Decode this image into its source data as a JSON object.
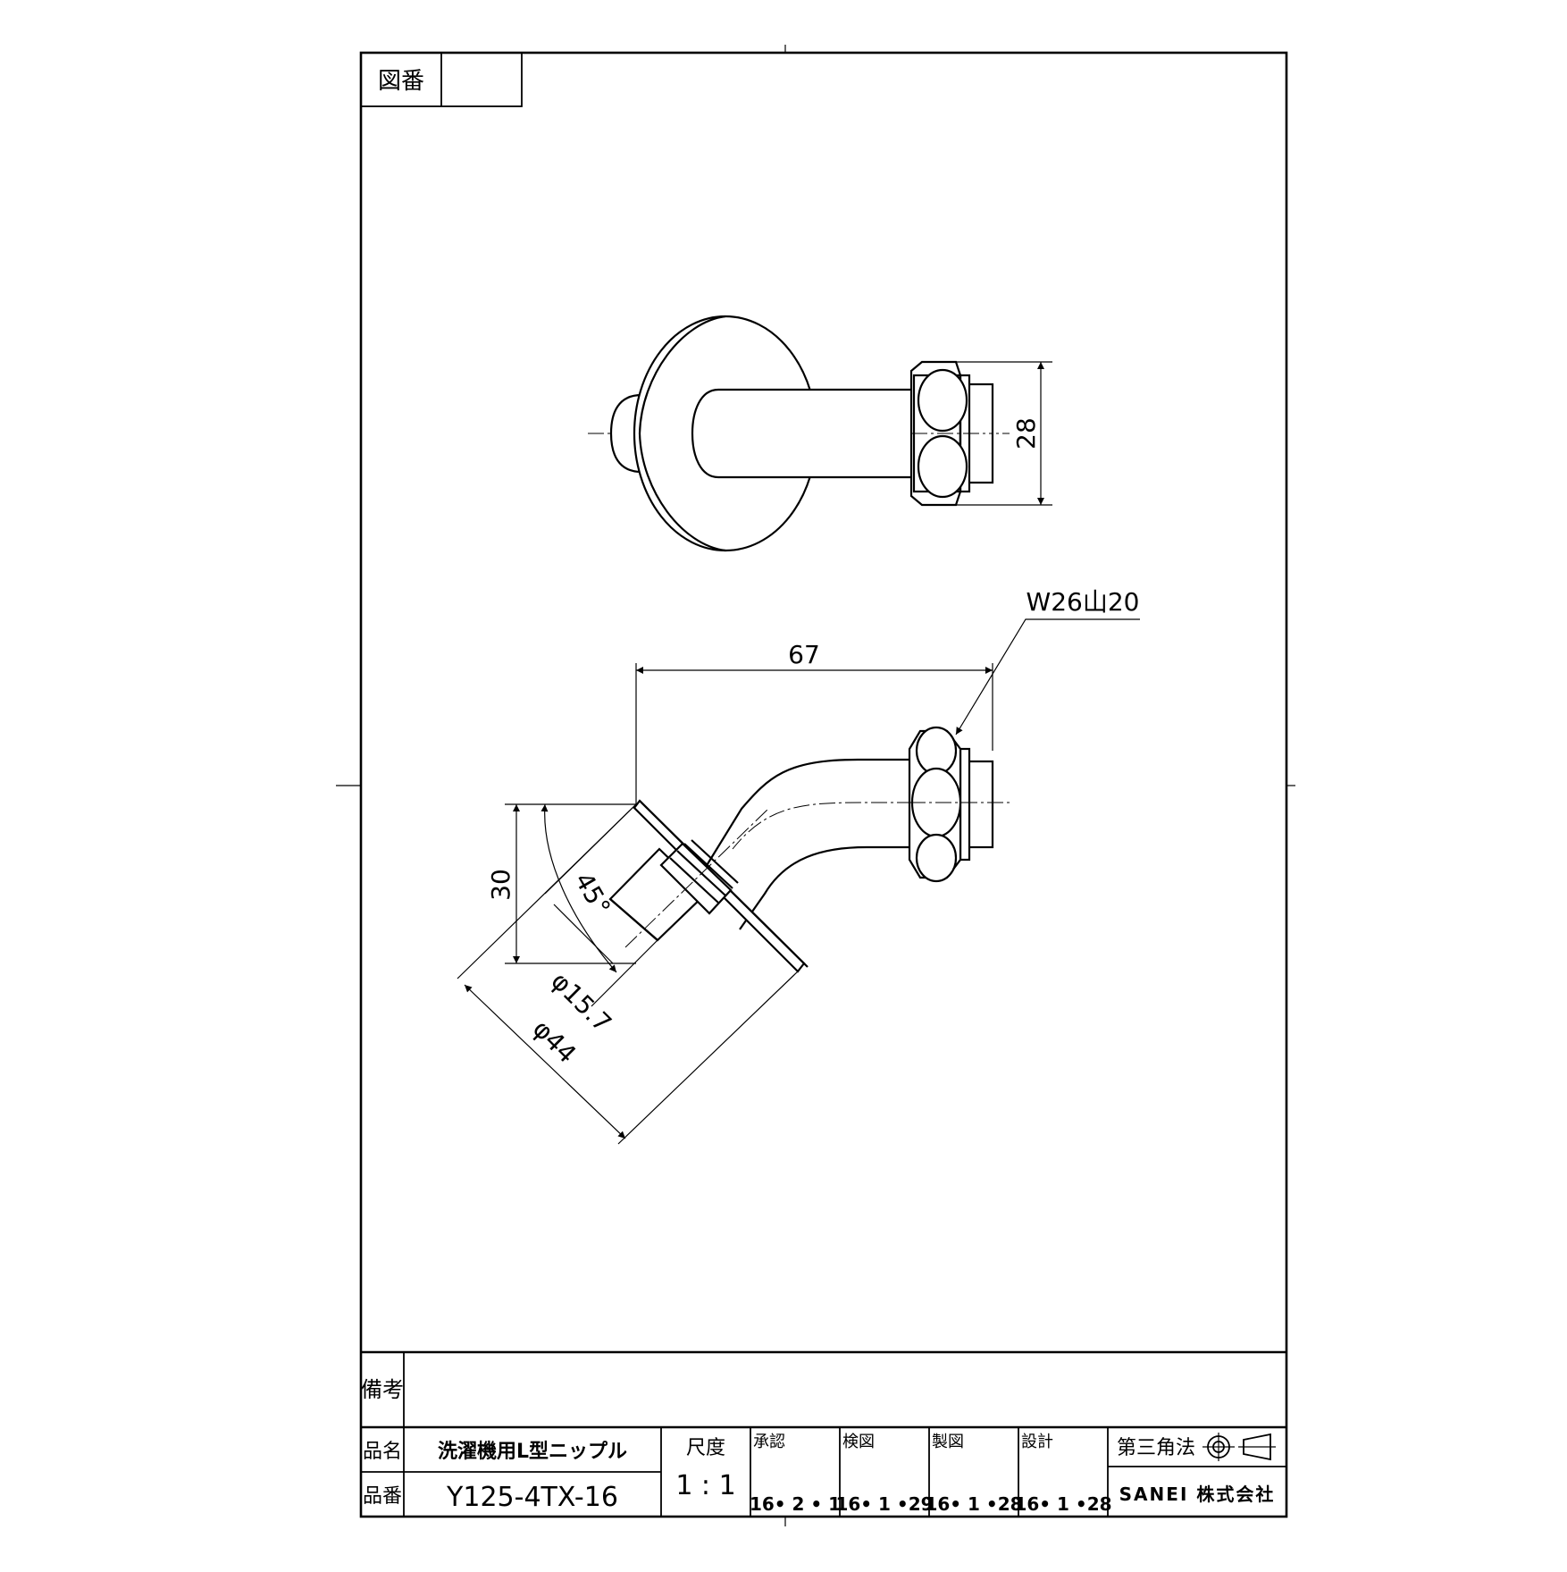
{
  "drawing_number_label": "図番",
  "drawing_number_value": "",
  "remarks_label": "備考",
  "remarks_value": "",
  "product_name_label": "品名",
  "product_name": "洗濯機用L型ニップル",
  "product_number_label": "品番",
  "product_number": "Y125-4TX-16",
  "scale_label": "尺度",
  "scale_value": "1 : 1",
  "approval": {
    "label": "承認",
    "date": "16• 2 • 1"
  },
  "inspection": {
    "label": "検図",
    "date": "16• 1 •29"
  },
  "drafting": {
    "label": "製図",
    "date": "16• 1 •28"
  },
  "design": {
    "label": "設計",
    "date": "16• 1 •28"
  },
  "projection_label": "第三角法",
  "company": "SANEI 株式会社",
  "dimensions": {
    "height_top": "28",
    "thread": "W26山20",
    "length": "67",
    "offset": "30",
    "angle": "45°",
    "dia_small": "φ15.7",
    "dia_large": "φ44"
  }
}
